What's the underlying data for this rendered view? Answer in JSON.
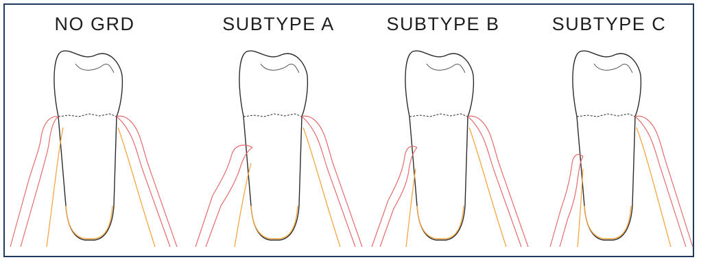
{
  "panels": [
    {
      "title": "NO GRD"
    },
    {
      "title": "SUBTYPE A"
    },
    {
      "title": "SUBTYPE B"
    },
    {
      "title": "SUBTYPE C"
    }
  ],
  "colors": {
    "border": "#1d3a5c",
    "tooth_outline": "#2a2a2a",
    "gingiva": "#e56b6b",
    "bone": "#f2a640",
    "title_text": "#1e1e1e"
  },
  "icons": [
    "tooth-icon",
    "gingiva-outline",
    "bone-outline",
    "cej-line"
  ]
}
